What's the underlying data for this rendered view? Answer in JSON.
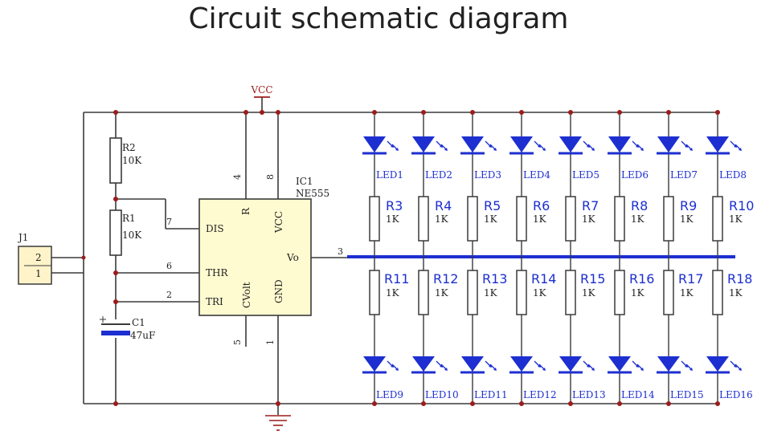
{
  "title": "Circuit schematic diagram",
  "vcc_label": "VCC",
  "ic": {
    "ref": "IC1",
    "part": "NE555",
    "pins": {
      "dis": "DIS",
      "thr": "THR",
      "tri": "TRI",
      "r": "R",
      "vcc": "VCC",
      "cvolt": "CVolt",
      "gnd": "GND",
      "vo": "Vo"
    },
    "pin_numbers": {
      "dis": "7",
      "thr": "6",
      "tri": "2",
      "r": "4",
      "vcc": "8",
      "cvolt": "5",
      "gnd": "1",
      "vo": "3"
    }
  },
  "connector": {
    "ref": "J1",
    "pin_top": "2",
    "pin_bottom": "1"
  },
  "r2": {
    "ref": "R2",
    "value": "10K"
  },
  "r1": {
    "ref": "R1",
    "value": "10K"
  },
  "c1": {
    "ref": "C1",
    "value": "47uF"
  },
  "top_leds": [
    "LED1",
    "LED2",
    "LED3",
    "LED4",
    "LED5",
    "LED6",
    "LED7",
    "LED8"
  ],
  "bottom_leds": [
    "LED9",
    "LED10",
    "LED11",
    "LED12",
    "LED13",
    "LED14",
    "LED15",
    "LED16"
  ],
  "top_resistors": [
    "R3",
    "R4",
    "R5",
    "R6",
    "R7",
    "R8",
    "R9",
    "R10"
  ],
  "bottom_resistors": [
    "R11",
    "R12",
    "R13",
    "R14",
    "R15",
    "R16",
    "R17",
    "R18"
  ],
  "resistor_value": "1K",
  "colors": {
    "wire": "#3a3a3a",
    "junction": "#9b1c1c",
    "ic_fill": "#fffbd0",
    "j1_fill": "#fff4c9",
    "highlight": "#1d2fd0",
    "led": "#1d2fd0"
  }
}
